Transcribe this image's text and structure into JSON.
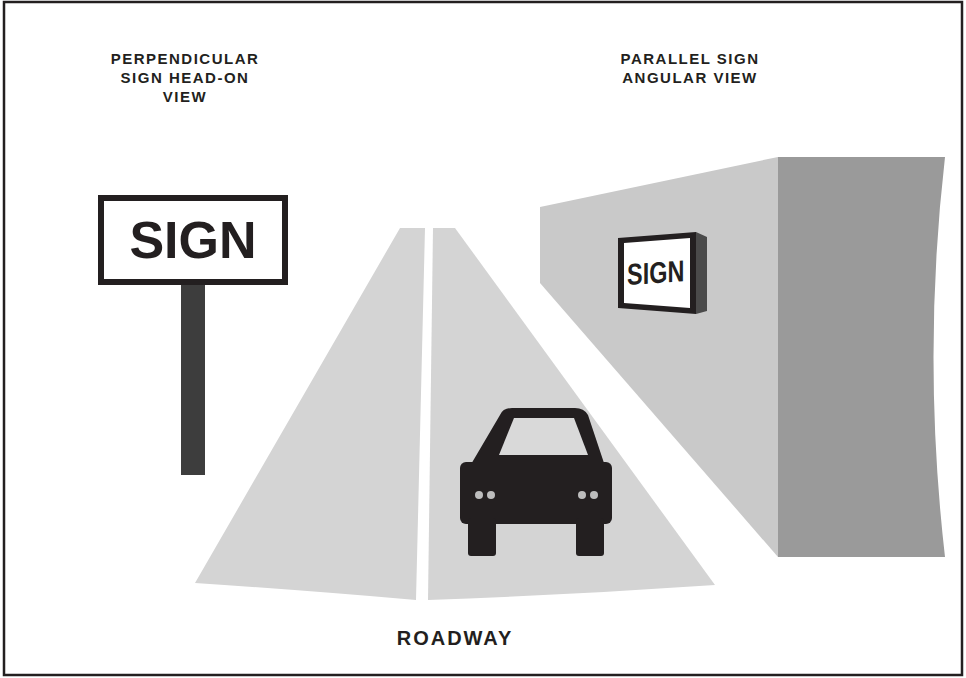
{
  "diagram": {
    "nodes": [
      {
        "text": [
          "SIGN"
        ]
      },
      {
        "text": [
          "SIGN"
        ]
      }
    ],
    "labels": [
      "PERPENDICULAR SIGN HEAD-ON VIEW",
      "PARALLEL SIGN ANGULAR VIEW",
      "ROADWAY"
    ]
  }
}
